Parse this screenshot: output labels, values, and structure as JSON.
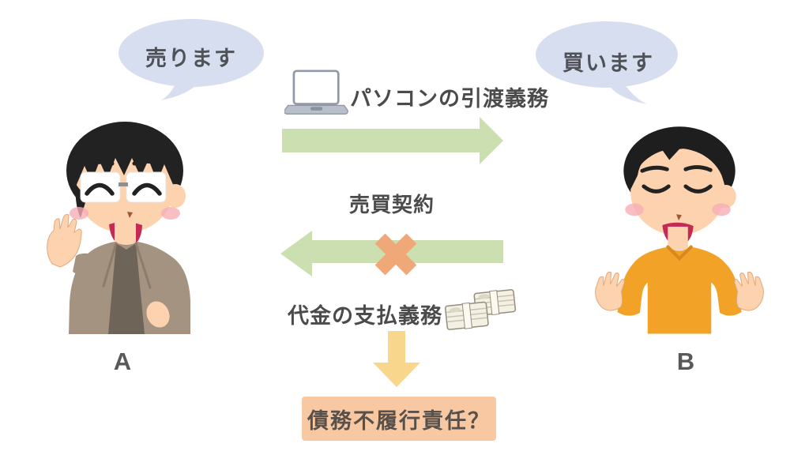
{
  "bubbles": {
    "seller": "売ります",
    "buyer": "買います"
  },
  "party_labels": {
    "a": "A",
    "b": "B"
  },
  "flow": {
    "delivery_label": "パソコンの引渡義務",
    "contract_label": "売買契約",
    "payment_label": "代金の支払義務"
  },
  "result": {
    "label": "債務不履行責任？"
  },
  "icons": {
    "laptop": "laptop-icon",
    "money": "money-stack-icon",
    "cross": "cross-x-icon",
    "arrow_right": "arrow-right-icon",
    "arrow_left": "arrow-left-icon",
    "arrow_down": "arrow-down-icon"
  },
  "colors": {
    "arrow_green": "#cbdfb1",
    "cross_orange": "#f1a878",
    "arrow_yellow": "#f8d78d",
    "result_box_bg": "#f8c8a2",
    "bubble_bg": "#d7deef",
    "text_dark": "#4b4b4b"
  }
}
